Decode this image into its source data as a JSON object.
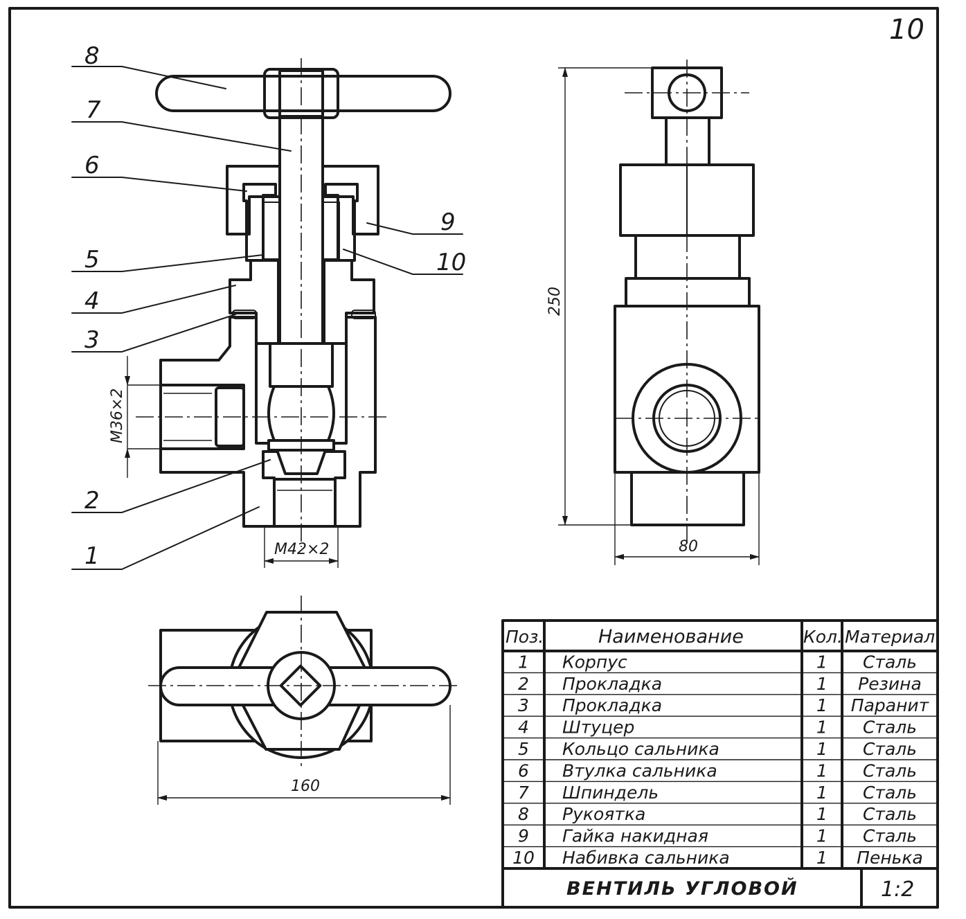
{
  "sheet_number": "10",
  "callouts": {
    "p8": "8",
    "p7": "7",
    "p6": "6",
    "p9": "9",
    "p5": "5",
    "p10": "10",
    "p4": "4",
    "p3": "3",
    "p2": "2",
    "p1": "1"
  },
  "dimensions": {
    "thread_side": "М36×2",
    "thread_bottom": "М42×2",
    "height": "250",
    "width": "80",
    "length": "160"
  },
  "parts_table": {
    "headers": {
      "pos": "Поз.",
      "name": "Наименование",
      "qty": "Кол.",
      "material": "Материал"
    },
    "rows": [
      {
        "pos": "1",
        "name": "Корпус",
        "qty": "1",
        "material": "Сталь"
      },
      {
        "pos": "2",
        "name": "Прокладка",
        "qty": "1",
        "material": "Резина"
      },
      {
        "pos": "3",
        "name": "Прокладка",
        "qty": "1",
        "material": "Паранит"
      },
      {
        "pos": "4",
        "name": "Штуцер",
        "qty": "1",
        "material": "Сталь"
      },
      {
        "pos": "5",
        "name": "Кольцо сальника",
        "qty": "1",
        "material": "Сталь"
      },
      {
        "pos": "6",
        "name": "Втулка сальника",
        "qty": "1",
        "material": "Сталь"
      },
      {
        "pos": "7",
        "name": "Шпиндель",
        "qty": "1",
        "material": "Сталь"
      },
      {
        "pos": "8",
        "name": "Рукоятка",
        "qty": "1",
        "material": "Сталь"
      },
      {
        "pos": "9",
        "name": "Гайка накидная",
        "qty": "1",
        "material": "Сталь"
      },
      {
        "pos": "10",
        "name": "Набивка сальника",
        "qty": "1",
        "material": "Пенька"
      }
    ]
  },
  "title_block": {
    "title": "ВЕНТИЛЬ УГЛОВОЙ",
    "scale": "1:2"
  }
}
